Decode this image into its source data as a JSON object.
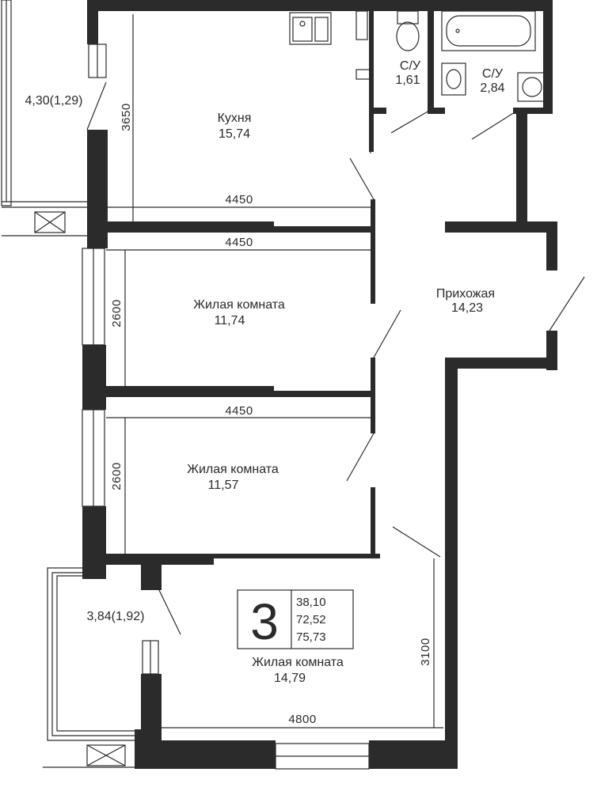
{
  "rooms": {
    "kitchen": {
      "name": "Кухня",
      "area": "15,74"
    },
    "bath1": {
      "name": "С/У",
      "area": "1,61"
    },
    "bath2": {
      "name": "С/У",
      "area": "2,84"
    },
    "hall": {
      "name": "Прихожая",
      "area": "14,23"
    },
    "living1": {
      "name": "Жилая комната",
      "area": "11,74"
    },
    "living2": {
      "name": "Жилая комната",
      "area": "11,57"
    },
    "living3": {
      "name": "Жилая комната",
      "area": "14,79"
    },
    "balcony1": {
      "area": "4,30(1,29)"
    },
    "balcony2": {
      "area": "3,84(1,92)"
    }
  },
  "dimensions": {
    "kitchen_height": "3650",
    "kitchen_width": "4450",
    "living1_width": "4450",
    "living1_height": "2600",
    "living2_width": "4450",
    "living2_height": "2600",
    "living3_width": "4800",
    "living3_height": "3100"
  },
  "summary": {
    "rooms_count": "3",
    "living_area": "38,10",
    "total_area": "72,52",
    "total_with_balconies": "75,73"
  }
}
